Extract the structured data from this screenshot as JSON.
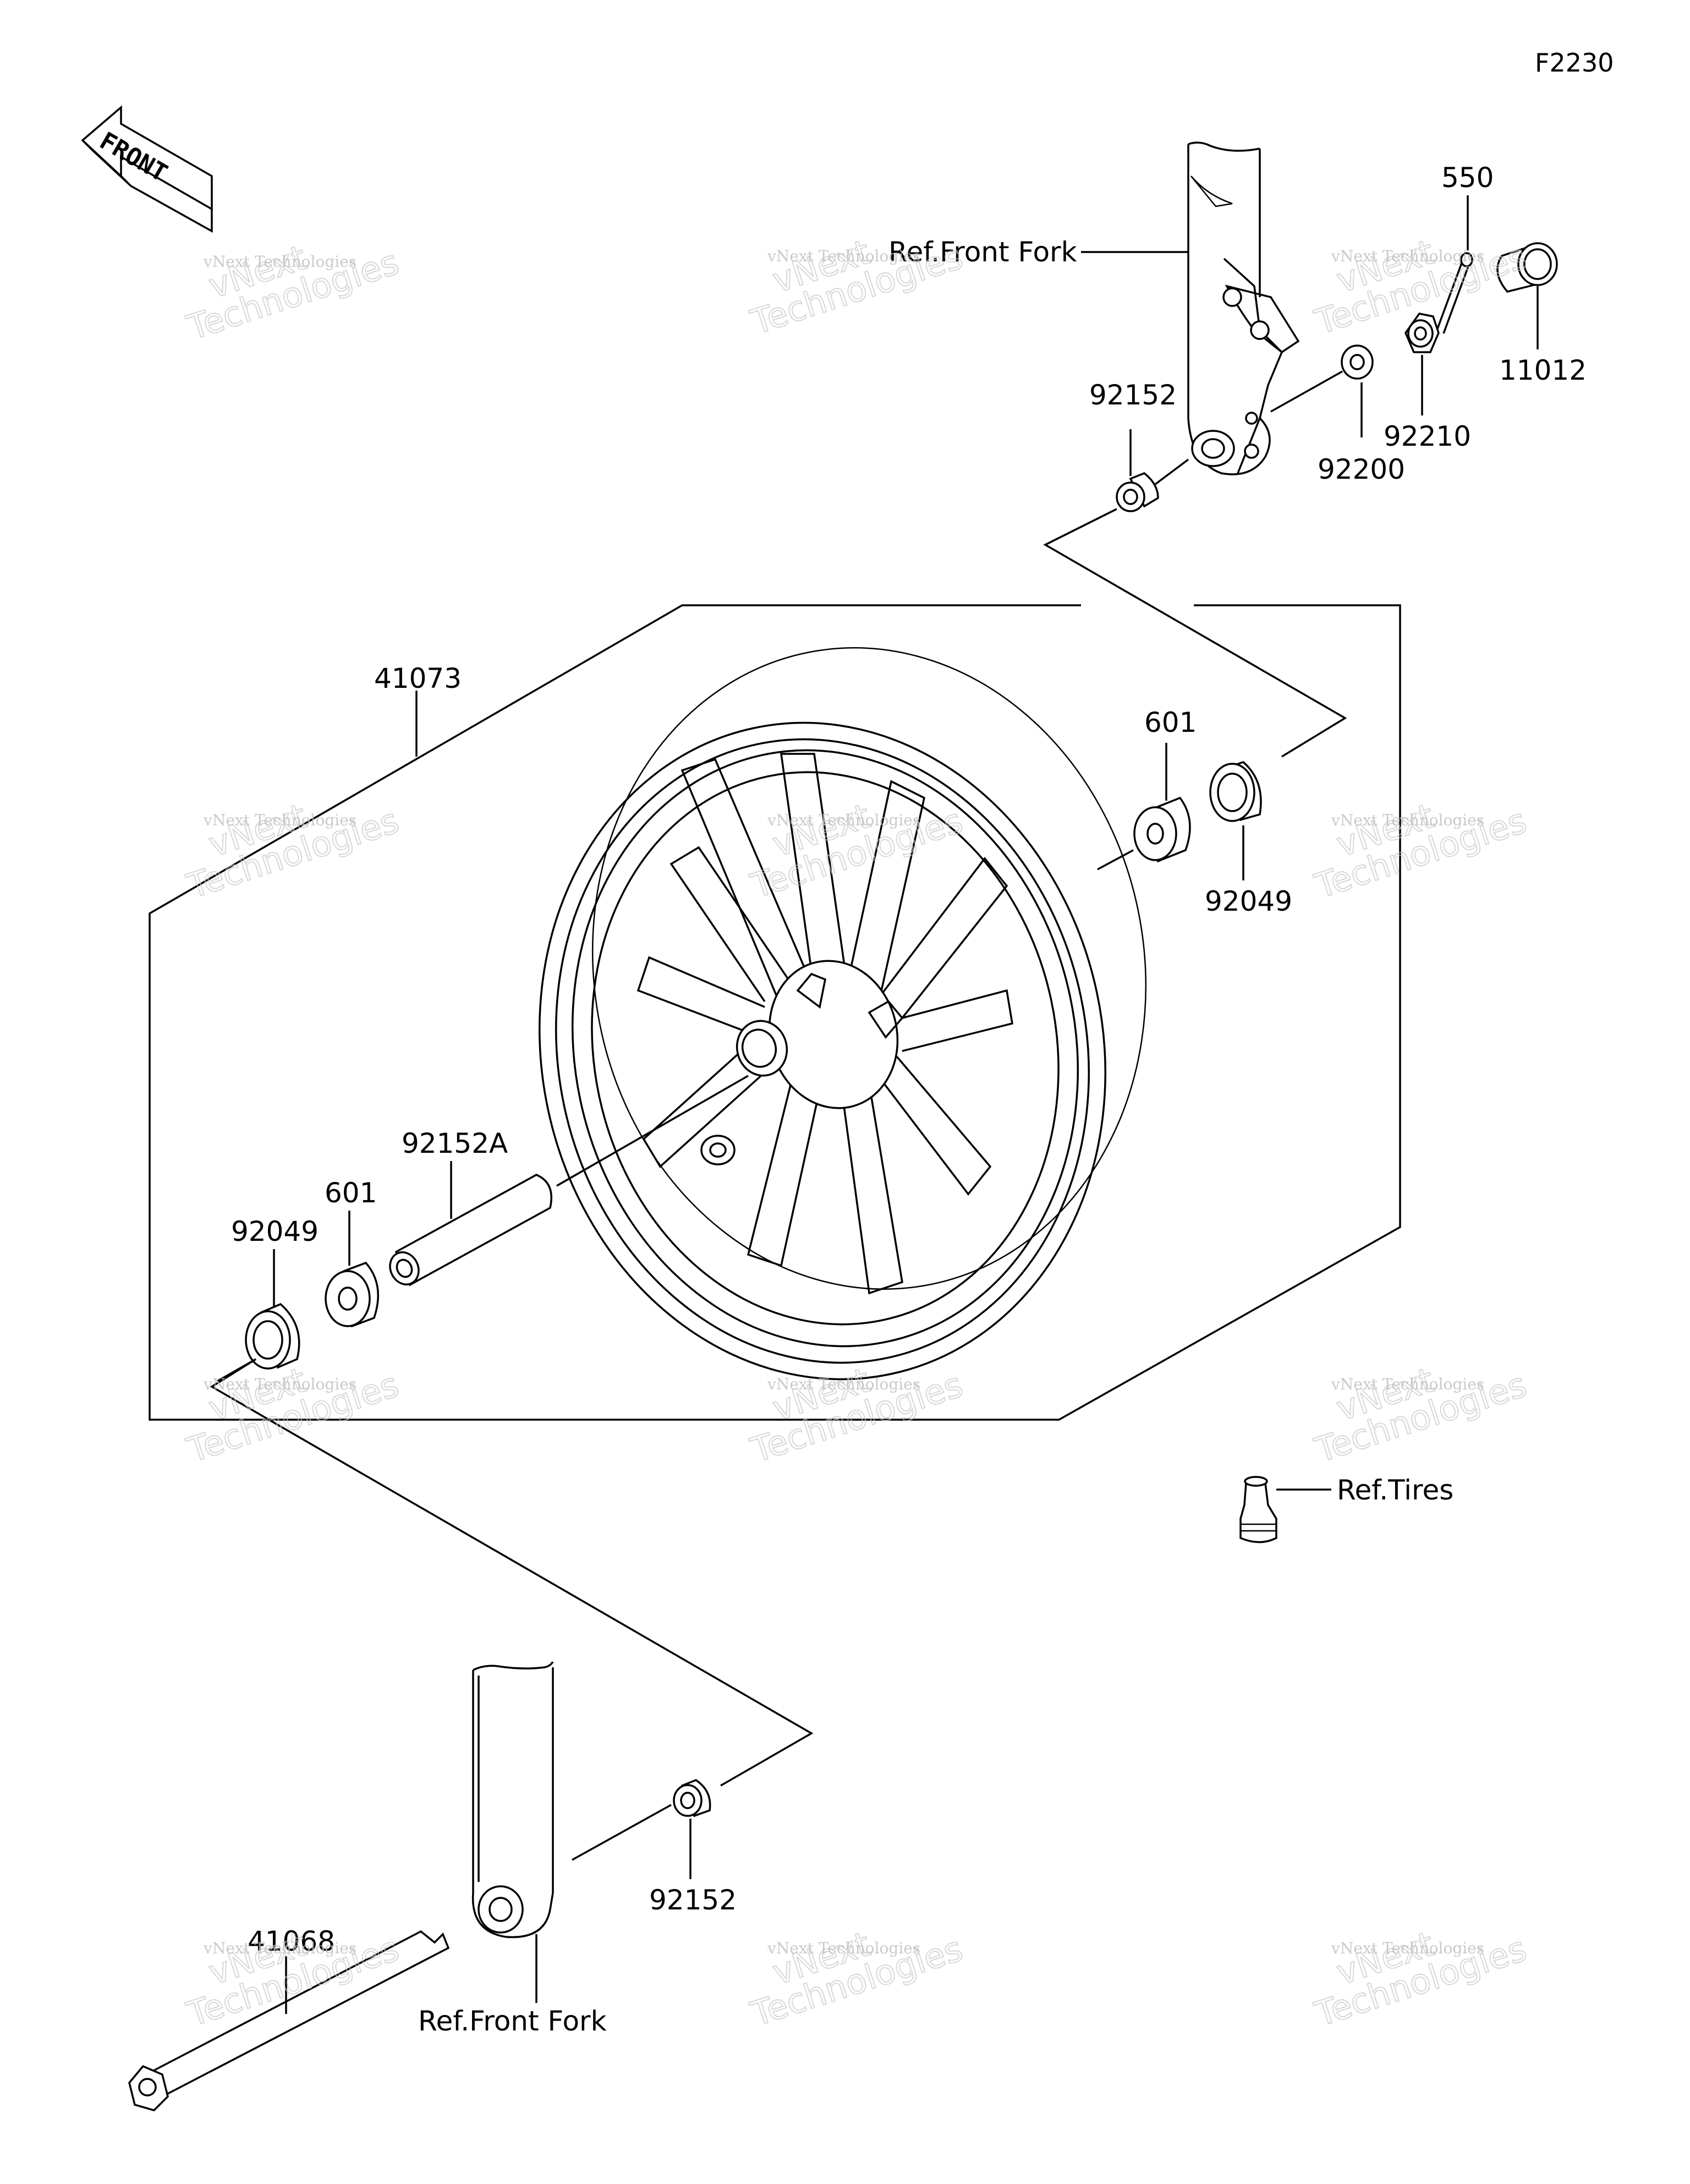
{
  "figure_id": "F2230",
  "front_arrow_text": "FRONT",
  "watermark": {
    "line1": "vNext Technologies",
    "big_word1": "vNext",
    "big_word2": "Technologies"
  },
  "labels": {
    "ref_front_fork_top": "Ref.Front Fork",
    "ref_front_fork_bottom": "Ref.Front Fork",
    "ref_tires": "Ref.Tires",
    "p550": "550",
    "p11012": "11012",
    "p92210": "92210",
    "p92200": "92200",
    "p92152_top": "92152",
    "p41073": "41073",
    "p601_right": "601",
    "p92049_right": "92049",
    "p92152A": "92152A",
    "p601_left": "601",
    "p92049_left": "92049",
    "p92152_bottom": "92152",
    "p41068": "41068"
  }
}
